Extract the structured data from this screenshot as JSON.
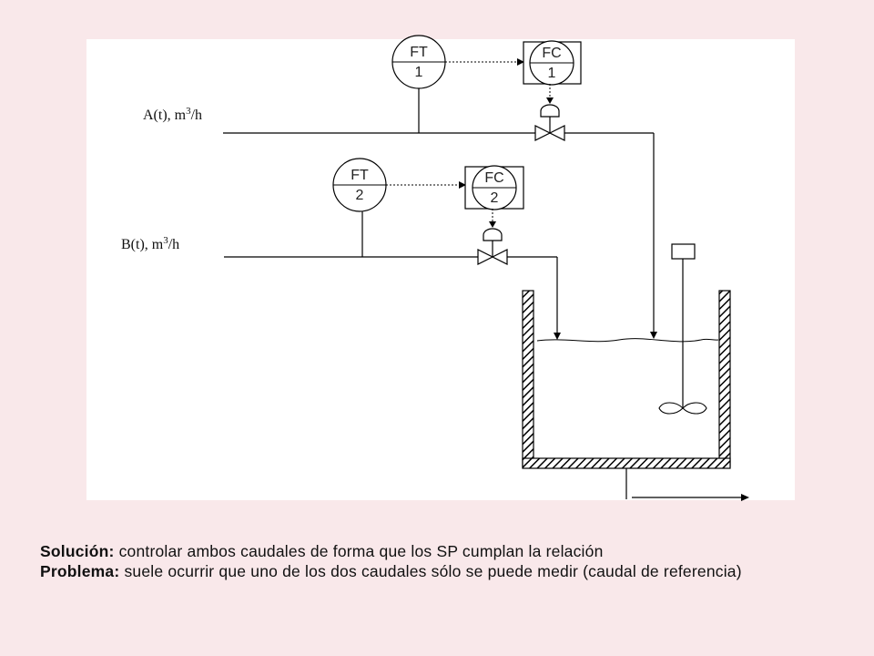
{
  "diagram": {
    "stream_a": {
      "label": "A(t), m",
      "sup": "3",
      "unit": "/h"
    },
    "stream_b": {
      "label": "B(t), m",
      "sup": "3",
      "unit": "/h"
    },
    "ft1": {
      "tag": "FT",
      "num": "1"
    },
    "fc1": {
      "tag": "FC",
      "num": "1"
    },
    "ft2": {
      "tag": "FT",
      "num": "2"
    },
    "fc2": {
      "tag": "FC",
      "num": "2"
    }
  },
  "caption": {
    "solution_label": "Solución:",
    "solution_text": " controlar ambos caudales de forma que los SP cumplan la relación",
    "problem_label": "Problema:",
    "problem_text": " suele ocurrir que uno de los dos caudales sólo se puede medir (caudal de referencia)"
  },
  "colors": {
    "background": "#f9e8ea",
    "panel": "#ffffff",
    "line": "#000000"
  }
}
